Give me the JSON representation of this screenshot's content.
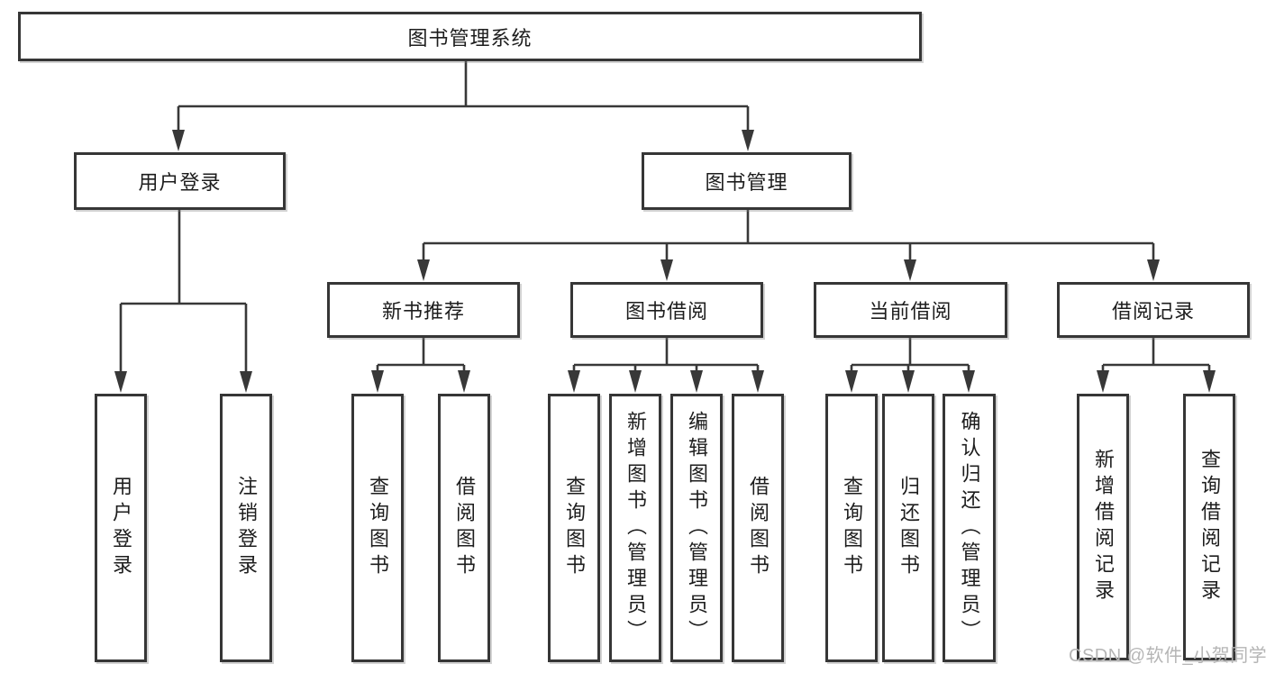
{
  "tree": {
    "root": "图书管理系统",
    "children": [
      {
        "label": "用户登录",
        "children": [
          {
            "label": "用户登录"
          },
          {
            "label": "注销登录"
          }
        ]
      },
      {
        "label": "图书管理",
        "children": [
          {
            "label": "新书推荐",
            "children": [
              {
                "label": "查询图书"
              },
              {
                "label": "借阅图书"
              }
            ]
          },
          {
            "label": "图书借阅",
            "children": [
              {
                "label": "查询图书"
              },
              {
                "label": "新增图书（管理员）"
              },
              {
                "label": "编辑图书（管理员）"
              },
              {
                "label": "借阅图书"
              }
            ]
          },
          {
            "label": "当前借阅",
            "children": [
              {
                "label": "查询图书"
              },
              {
                "label": "归还图书"
              },
              {
                "label": "确认归还（管理员）"
              }
            ]
          },
          {
            "label": "借阅记录",
            "children": [
              {
                "label": "新增借阅记录"
              },
              {
                "label": "查询借阅记录"
              }
            ]
          }
        ]
      }
    ]
  },
  "watermark": "CSDN @软件_小贺同学",
  "colors": {
    "line": "#383838",
    "box_border": "#363636",
    "text": "#1d1d1d",
    "watermark": "#b5b5b5",
    "background": "#ffffff"
  }
}
